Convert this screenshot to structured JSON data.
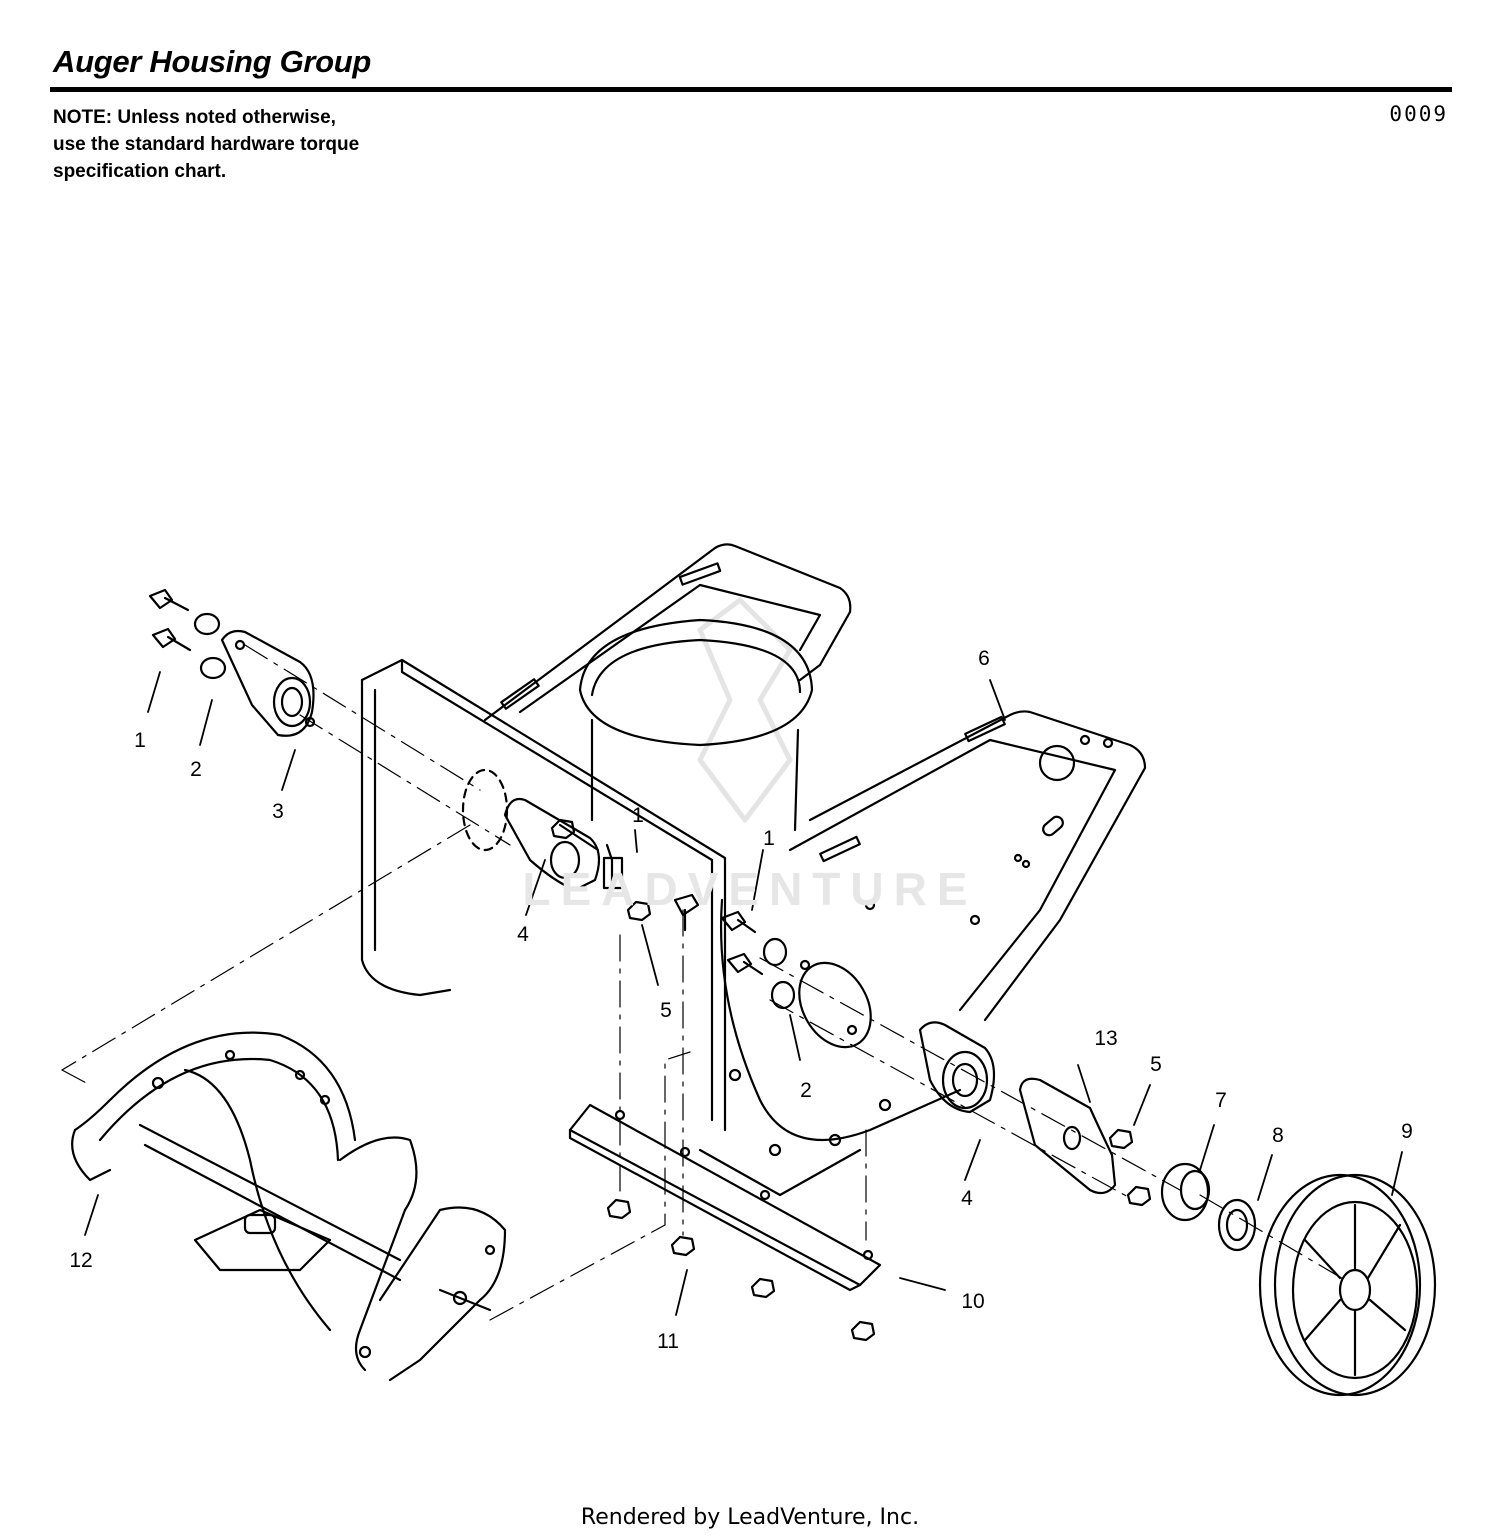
{
  "header": {
    "title": "Auger Housing Group",
    "code": "0009"
  },
  "note": {
    "lines": [
      "NOTE: Unless noted otherwise,",
      "use the standard hardware torque",
      "specification chart."
    ]
  },
  "watermark": {
    "text": "LEADVENTURE"
  },
  "callouts": [
    {
      "label": "1"
    },
    {
      "label": "2"
    },
    {
      "label": "3"
    },
    {
      "label": "4"
    },
    {
      "label": "1"
    },
    {
      "label": "1"
    },
    {
      "label": "5"
    },
    {
      "label": "6"
    },
    {
      "label": "2"
    },
    {
      "label": "13"
    },
    {
      "label": "5"
    },
    {
      "label": "7"
    },
    {
      "label": "8"
    },
    {
      "label": "9"
    },
    {
      "label": "4"
    },
    {
      "label": "12"
    },
    {
      "label": "11"
    },
    {
      "label": "10"
    }
  ],
  "footer": {
    "text": "Rendered by LeadVenture, Inc."
  }
}
